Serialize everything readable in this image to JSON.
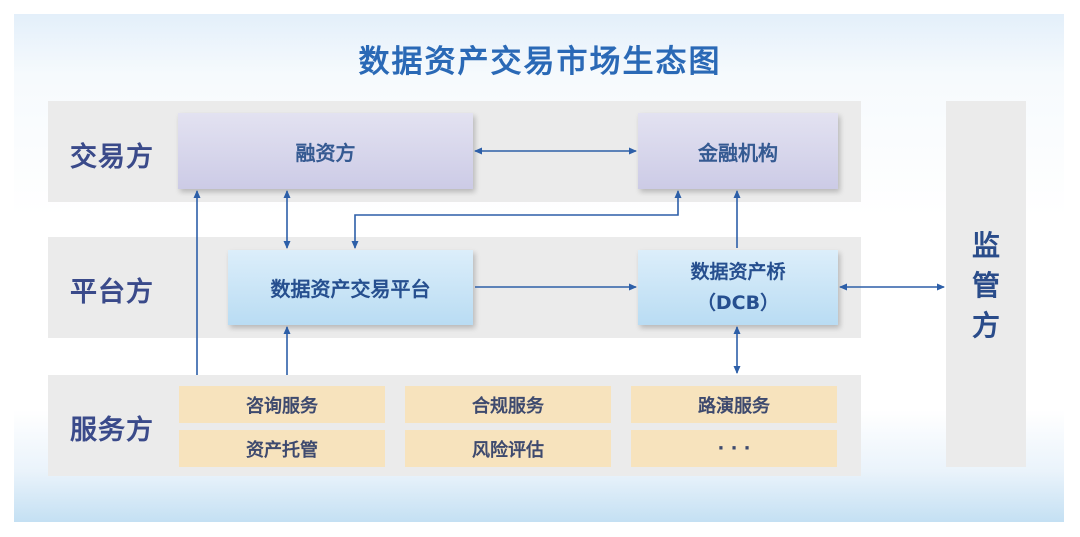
{
  "title": "数据资产交易市场生态图",
  "tiers": {
    "trader": "交易方",
    "platform": "平台方",
    "service": "服务方"
  },
  "nodes": {
    "financier": "融资方",
    "financial_institution": "金融机构",
    "trading_platform": "数据资产交易平台",
    "bridge_line1": "数据资产桥",
    "bridge_line2": "（DCB）"
  },
  "services": {
    "consulting": "咨询服务",
    "compliance": "合规服务",
    "roadshow": "路演服务",
    "custody": "资产托管",
    "risk_assessment": "风险评估",
    "more": "· · ·"
  },
  "regulator": {
    "char1": "监",
    "char2": "管",
    "char3": "方"
  },
  "colors": {
    "title": "#2a69b6",
    "arrow": "#2d5fa8",
    "service_box": "#f7e3bd",
    "band": "#ebebeb"
  }
}
